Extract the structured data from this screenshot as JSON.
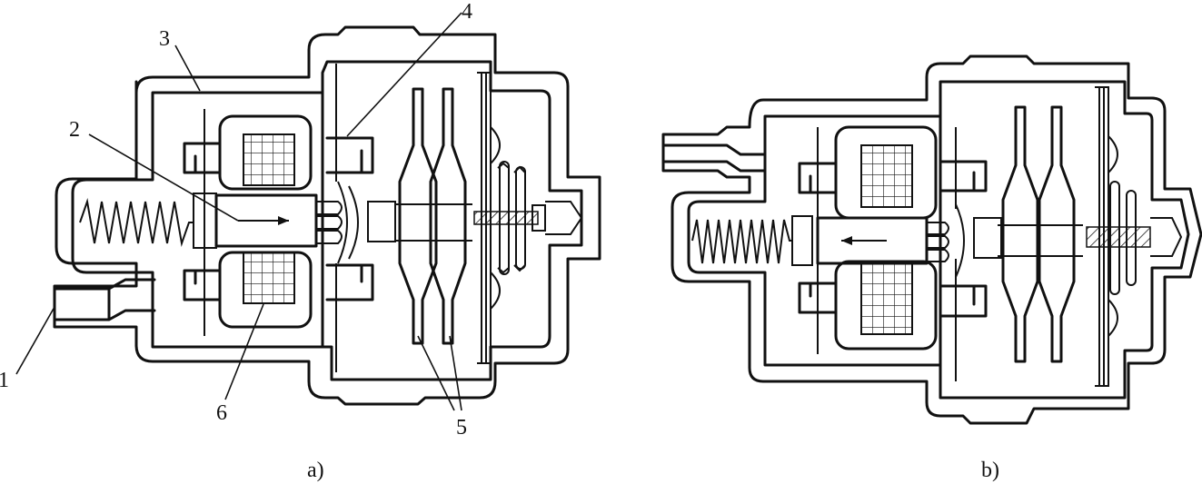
{
  "figure": {
    "panels": [
      {
        "id": "a",
        "caption": "a)",
        "callouts": [
          "1",
          "2",
          "3",
          "4",
          "5",
          "6"
        ]
      },
      {
        "id": "b",
        "caption": "b)"
      }
    ]
  }
}
